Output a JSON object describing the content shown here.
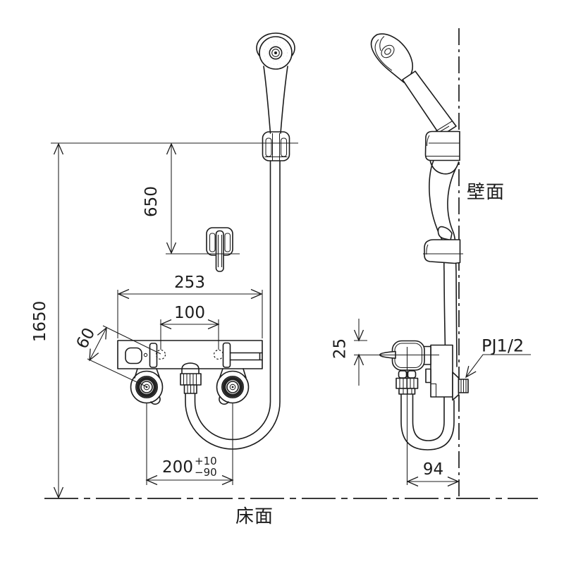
{
  "diagram": {
    "labels": {
      "wall": "壁面",
      "floor": "床面",
      "pipe_connection": "PJ1/2"
    },
    "dimensions": {
      "total_height": "1650",
      "hook_offset": "650",
      "body_width": "253",
      "inlet_pitch": "100",
      "handle_diagonal": "60",
      "supply_pitch": "200",
      "supply_pitch_tol_plus": "+10",
      "supply_pitch_tol_minus": "−90",
      "outlet_drop": "25",
      "wall_depth": "94"
    }
  }
}
